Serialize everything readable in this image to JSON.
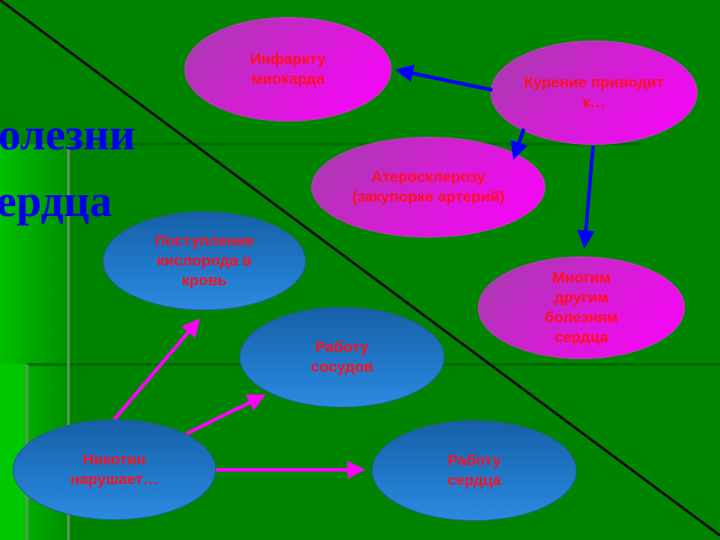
{
  "title": {
    "line1": "олезни",
    "line2": "ердца"
  },
  "nodes": {
    "infarct": "Инфаркту миокарда",
    "smoking": "Курение приводит к…",
    "atherosclerosis": "Атеросклерозу (закупорке артерий)",
    "other": "Многим другим болезням сердца",
    "oxygen": "Поступление кислорода в кровь",
    "vessels": "Работу сосудов",
    "nicotine": "Никотин нарушает…",
    "heart": "Работу сердца"
  },
  "colors": {
    "background": "#008400",
    "pink": "#ff00ff",
    "blue": "#2a8ae0",
    "text": "#ff1020",
    "title": "#0000ee",
    "arrow_blue": "#0000ff",
    "arrow_pink": "#ff00ff"
  }
}
